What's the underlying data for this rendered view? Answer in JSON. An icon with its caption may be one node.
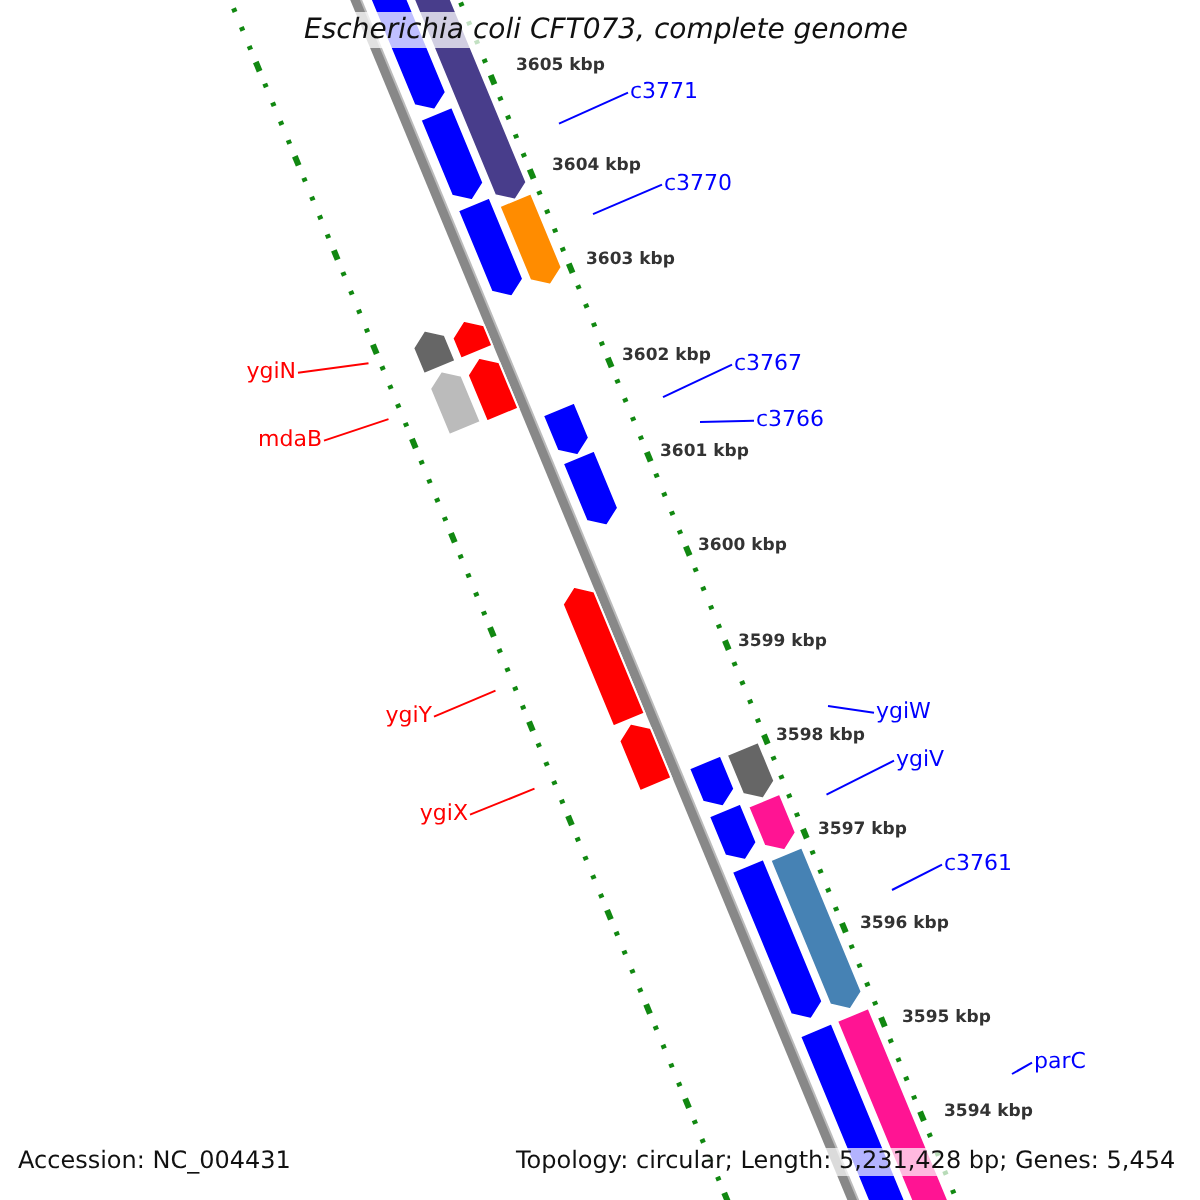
{
  "diagram": {
    "title": "Escherichia coli CFT073, complete genome",
    "nodes": [
      {
        "text": [
          "c3771"
        ]
      },
      {
        "text": [
          "c3770"
        ]
      },
      {
        "text": [
          "c3767"
        ]
      },
      {
        "text": [
          "c3766"
        ]
      },
      {
        "text": [
          "ygiW"
        ]
      },
      {
        "text": [
          "ygiV"
        ]
      },
      {
        "text": [
          "c3761"
        ]
      },
      {
        "text": [
          "parC"
        ]
      },
      {
        "text": [
          "ygiN"
        ]
      },
      {
        "text": [
          "mdaB"
        ]
      },
      {
        "text": [
          "ygiY"
        ]
      },
      {
        "text": [
          "ygiX"
        ]
      }
    ],
    "edges": [
      {
        "from": 0,
        "to": null,
        "arrow": "none"
      },
      {
        "from": 1,
        "to": null,
        "arrow": "none"
      },
      {
        "from": 2,
        "to": null,
        "arrow": "none"
      },
      {
        "from": 3,
        "to": null,
        "arrow": "none"
      },
      {
        "from": 4,
        "to": null,
        "arrow": "none"
      },
      {
        "from": 5,
        "to": null,
        "arrow": "none"
      },
      {
        "from": 6,
        "to": null,
        "arrow": "none"
      },
      {
        "from": 7,
        "to": null,
        "arrow": "none"
      },
      {
        "from": 8,
        "to": null,
        "arrow": "none",
        "color": "#ff0000"
      },
      {
        "from": 9,
        "to": null,
        "arrow": "none",
        "color": "#ff0000"
      },
      {
        "from": 10,
        "to": null,
        "arrow": "none",
        "color": "#ff0000"
      },
      {
        "from": 11,
        "to": null,
        "arrow": "none",
        "color": "#ff0000"
      }
    ],
    "labels": [
      "3605 kbp",
      "3604 kbp",
      "3603 kbp",
      "3602 kbp",
      "3601 kbp",
      "3600 kbp",
      "3599 kbp",
      "3598 kbp",
      "3597 kbp",
      "3596 kbp",
      "3595 kbp",
      "3594 kbp",
      "Accession: NC_004431",
      "Topology: circular; Length: 5,231,428 bp; Genes: 5,454"
    ]
  }
}
